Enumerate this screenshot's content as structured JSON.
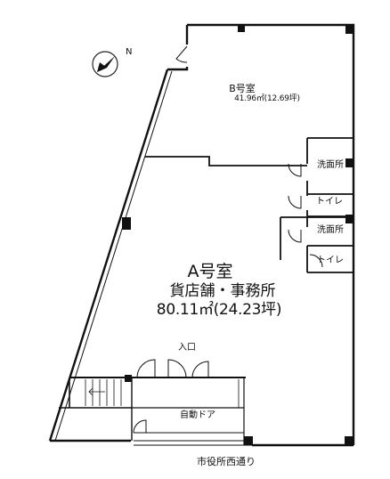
{
  "compass": {
    "north_label": "N",
    "icon": "compass-arrow-icon"
  },
  "units": {
    "b": {
      "name": "B号室",
      "area": "41.96㎡(12.69坪)"
    },
    "a": {
      "name": "A号室",
      "use": "貨店舗・事務所",
      "area": "80.11㎡(24.23坪)"
    }
  },
  "rooms": {
    "washroom_1": "洗面所",
    "toilet_1": "トイレ",
    "washroom_2": "洗面所",
    "toilet_2": "トイレ"
  },
  "entrance": "入口",
  "auto_door": "自動ドア",
  "street": "市役所西通り"
}
